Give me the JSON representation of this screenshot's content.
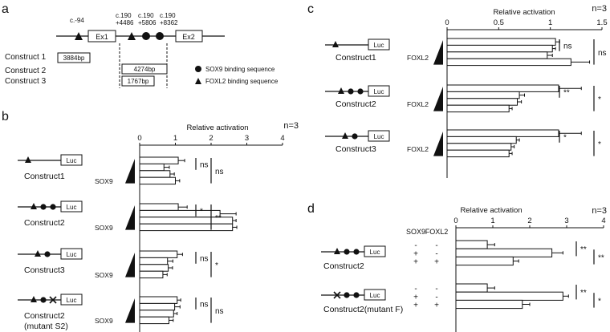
{
  "panel_a": {
    "label": "a",
    "positions": [
      "c.-94",
      "c.190\n+4486",
      "c.190\n+5806",
      "c.190\n+8362"
    ],
    "exons": [
      "Ex1",
      "Ex2"
    ],
    "constructs": [
      {
        "name": "Construct 1",
        "size": "3884bp"
      },
      {
        "name": "Construct 2",
        "size": "4274bp"
      },
      {
        "name": "Construct 3",
        "size": "1767bp"
      }
    ],
    "legend": [
      "SOX9 binding sequence",
      "FOXL2 binding sequence"
    ]
  },
  "luc_label": "Luc",
  "chart_data": [
    {
      "panel": "b",
      "type": "bar",
      "orientation": "horizontal",
      "xlabel": "Relative activation",
      "n_label": "n=3",
      "ticks": [
        0,
        1,
        2,
        3,
        4
      ],
      "xlim": [
        0,
        4
      ],
      "factor": "SOX9",
      "groups": [
        {
          "name": "Construct1",
          "values": [
            1.08,
            0.68,
            0.85,
            1.0
          ],
          "errors": [
            0.18,
            0.15,
            0.12,
            0.12
          ],
          "sig": [
            {
              "label": "ns",
              "bars": [
                0,
                1
              ]
            },
            {
              "label": "ns",
              "bars": [
                0,
                3
              ]
            }
          ]
        },
        {
          "name": "Construct2",
          "values": [
            1.08,
            2.25,
            2.6,
            2.6
          ],
          "errors": [
            0.25,
            0.45,
            0.1,
            0.12
          ],
          "sig": [
            {
              "label": "*",
              "bars": [
                0,
                1
              ]
            },
            {
              "label": "**",
              "bars": [
                0,
                3
              ]
            }
          ]
        },
        {
          "name": "Construct3",
          "values": [
            1.05,
            0.78,
            0.8,
            0.65
          ],
          "errors": [
            0.15,
            0.15,
            0.12,
            0.12
          ],
          "sig": [
            {
              "label": "ns",
              "bars": [
                0,
                1
              ]
            },
            {
              "label": "*",
              "bars": [
                0,
                3
              ]
            }
          ]
        },
        {
          "name": "Construct2\n(mutant S2)",
          "values": [
            1.05,
            0.98,
            0.95,
            0.82
          ],
          "errors": [
            0.1,
            0.15,
            0.1,
            0.12
          ],
          "sig": [
            {
              "label": "ns",
              "bars": [
                0,
                1
              ]
            },
            {
              "label": "ns",
              "bars": [
                0,
                3
              ]
            }
          ]
        }
      ]
    },
    {
      "panel": "c",
      "type": "bar",
      "orientation": "horizontal",
      "xlabel": "Relative activation",
      "n_label": "n=3",
      "ticks": [
        0,
        0.5,
        1,
        1.5
      ],
      "xlim": [
        0,
        1.5
      ],
      "factor": "FOXL2",
      "groups": [
        {
          "name": "Construct1",
          "values": [
            1.05,
            1.02,
            0.97,
            1.2
          ],
          "errors": [
            0.04,
            0.03,
            0.05,
            0.18
          ],
          "sig": [
            {
              "label": "ns",
              "bars": [
                0,
                1
              ]
            },
            {
              "label": "ns",
              "bars": [
                0,
                3
              ]
            }
          ]
        },
        {
          "name": "Construct2",
          "values": [
            1.08,
            0.7,
            0.68,
            0.6
          ],
          "errors": [
            0.22,
            0.05,
            0.04,
            0.03
          ],
          "sig": [
            {
              "label": "**",
              "bars": [
                0,
                1
              ]
            },
            {
              "label": "*",
              "bars": [
                0,
                3
              ]
            }
          ]
        },
        {
          "name": "Construct3",
          "values": [
            1.08,
            0.67,
            0.62,
            0.6
          ],
          "errors": [
            0.22,
            0.03,
            0.03,
            0.03
          ],
          "sig": [
            {
              "label": "*",
              "bars": [
                0,
                1
              ]
            },
            {
              "label": "*",
              "bars": [
                0,
                3
              ]
            }
          ]
        }
      ]
    },
    {
      "panel": "d",
      "type": "bar",
      "orientation": "horizontal",
      "xlabel": "Relative activation",
      "n_label": "n=3",
      "ticks": [
        0,
        1,
        2,
        3,
        4
      ],
      "xlim": [
        0,
        4
      ],
      "factor_headers": [
        "SOX9",
        "FOXL2"
      ],
      "groups": [
        {
          "name": "Construct2",
          "values": [
            0.85,
            2.6,
            1.55
          ],
          "errors": [
            0.2,
            0.3,
            0.15
          ],
          "sox9": [
            "-",
            "+",
            "+"
          ],
          "foxl2": [
            "-",
            "-",
            "+"
          ],
          "sig": [
            {
              "label": "**",
              "bars": [
                0,
                1
              ]
            },
            {
              "label": "**",
              "bars": [
                1,
                2
              ]
            }
          ]
        },
        {
          "name": "Construct2(mutant F)",
          "values": [
            0.85,
            2.9,
            1.8
          ],
          "errors": [
            0.2,
            0.15,
            0.2
          ],
          "sox9": [
            "-",
            "+",
            "+"
          ],
          "foxl2": [
            "-",
            "-",
            "+"
          ],
          "sig": [
            {
              "label": "**",
              "bars": [
                0,
                1
              ]
            },
            {
              "label": "*",
              "bars": [
                1,
                2
              ]
            }
          ]
        }
      ]
    }
  ]
}
